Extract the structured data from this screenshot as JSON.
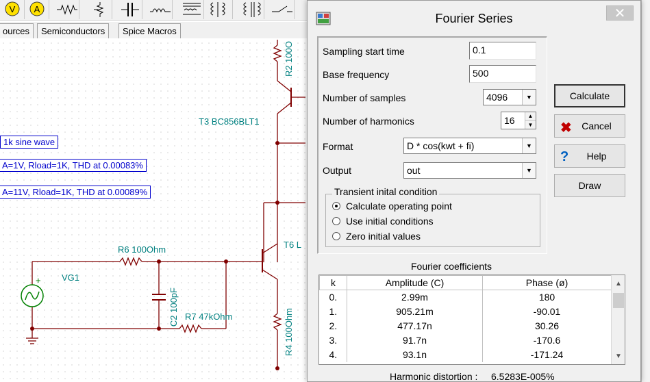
{
  "toolbar": {
    "icons": [
      "voltmeter-icon",
      "ammeter-icon",
      "resistor-icon",
      "potentiometer-icon",
      "capacitor-icon",
      "inductor-icon",
      "transformer-icon",
      "coupled-inductor-icon",
      "relay-icon",
      "switch-icon"
    ],
    "voltmeter_symbol": "V",
    "ammeter_symbol": "A"
  },
  "component_tabs": [
    "ources",
    "Semiconductors",
    "Spice Macros"
  ],
  "schematic": {
    "notes": [
      "1k sine wave",
      "A=1V, Rload=1K, THD at 0.00083%",
      "A=11V, Rload=1K, THD at 0.00089%"
    ],
    "labels": {
      "r2": "R2 100O",
      "t3": "T3 BC856BLT1",
      "t6": "T6 L",
      "r6": "R6 100Ohm",
      "vg1": "VG1",
      "c2": "C2 100pF",
      "r7": "R7 47kOhm",
      "r4": "R4 100Ohm",
      "plus": "+"
    }
  },
  "dialog": {
    "title": "Fourier Series",
    "close_label": "✕",
    "fields": {
      "sampling_start_time": {
        "label": "Sampling start time",
        "value": "0.1"
      },
      "base_frequency": {
        "label": "Base frequency",
        "value": "500"
      },
      "number_of_samples": {
        "label": "Number of samples",
        "value": "4096"
      },
      "number_of_harmonics": {
        "label": "Number of harmonics",
        "value": "16"
      },
      "format": {
        "label": "Format",
        "value": "D * cos(kwt + fi)"
      },
      "output": {
        "label": "Output",
        "value": "out"
      }
    },
    "transient": {
      "legend": "Transient inital condition",
      "options": [
        "Calculate operating point",
        "Use initial conditions",
        "Zero initial values"
      ],
      "selected_index": 0
    },
    "buttons": {
      "calculate": "Calculate",
      "cancel": "Cancel",
      "help": "Help",
      "draw": "Draw"
    },
    "coefficients": {
      "title": "Fourier coefficients",
      "columns": [
        "k",
        "Amplitude (C)",
        "Phase (ø)"
      ],
      "rows": [
        [
          "0.",
          "2.99m",
          "180"
        ],
        [
          "1.",
          "905.21m",
          "-90.01"
        ],
        [
          "2.",
          "477.17n",
          "30.26"
        ],
        [
          "3.",
          "91.7n",
          "-170.6"
        ],
        [
          "4.",
          "93.1n",
          "-171.24"
        ]
      ]
    },
    "harmonic_distortion": {
      "label": "Harmonic distortion :",
      "value": "6.5283E-005%"
    }
  },
  "colors": {
    "wire": "#800000",
    "label": "#008080",
    "note": "#0000cc",
    "accent_red": "#c00000",
    "help_blue": "#0060c0"
  }
}
